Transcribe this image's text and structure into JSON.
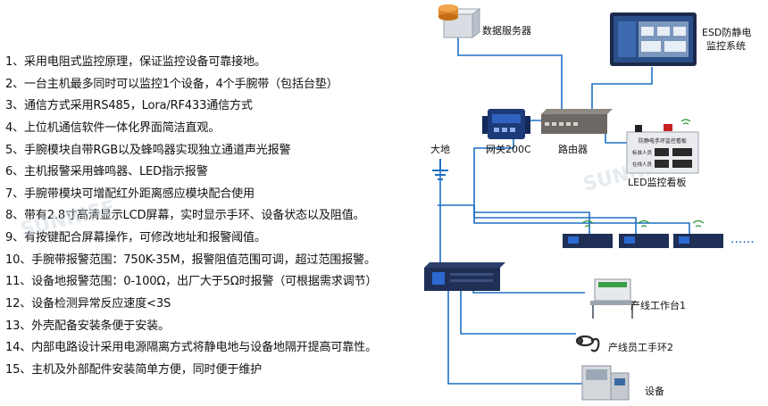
{
  "features": [
    "1、采用电阻式监控原理，保证监控设备可靠接地。",
    "2、一台主机最多同时可以监控1个设备，4个手腕带（包括台垫）",
    "3、通信方式采用RS485，Lora/RF433通信方式",
    "4、上位机通信软件一体化界面简洁直观。",
    "5、手腕模块自带RGB以及蜂鸣器实现独立通道声光报警",
    "6、主机报警采用蜂鸣器、LED指示报警",
    "7、手腕带模块可增配红外距离感应模块配合使用",
    "8、带有2.8寸高清显示LCD屏幕，实时显示手环、设备状态以及阻值。",
    "9、有按键配合屏幕操作，可修改地址和报警阈值。",
    "10、手腕带报警范围：750K-35M，报警阻值范围可调，超过范围报警。",
    "11、设备地报警范围：0-100Ω，出厂大于5Ω时报警（可根据需求调节）",
    "12、设备检测异常反应速度<3S",
    "13、外壳配备安装条便于安装。",
    "14、内部电路设计采用电源隔离方式将静电地与设备地隔开提高可靠性。",
    "15、主机及外部配件安装简单方便，同时便于维护"
  ],
  "diagram": {
    "server_label": "数据服务器",
    "esd_label_1": "ESD防静电",
    "esd_label_2": "监控系统",
    "gateway_label": "网关200C",
    "router_label": "路由器",
    "ground_label": "大地",
    "led_label": "LED监控看板",
    "led_panel_title": "防静电手环监控看板",
    "led_row_1": "标准人员",
    "led_row_2": "在线人员",
    "workbench_label": "产线工作台1",
    "wristband_label": "产线员工手环2",
    "equipment_label": "设备",
    "more_dots": "······",
    "watermark": "SUNRISE"
  },
  "colors": {
    "line": "#1f6fc4",
    "device_dark": "#1f2f55",
    "device_screen": "#2b6ad0"
  }
}
